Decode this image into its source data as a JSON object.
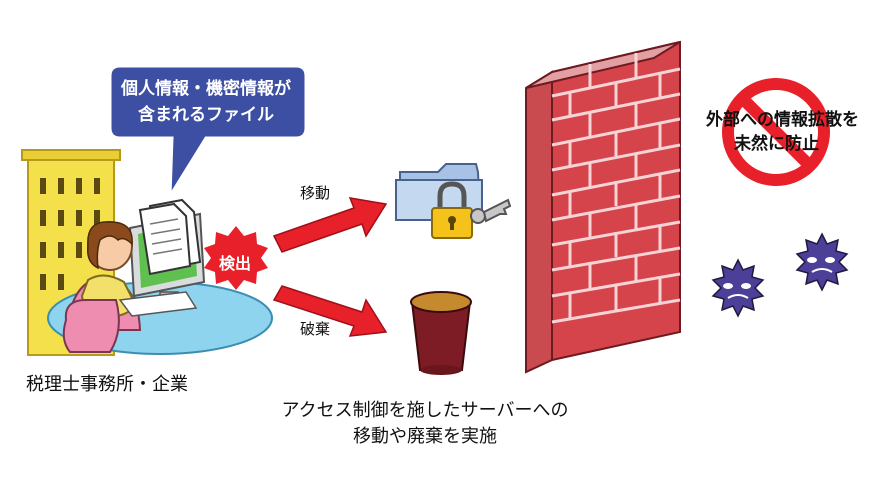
{
  "bubble": {
    "line1": "個人情報・機密情報が",
    "line2": "含まれるファイル"
  },
  "office_label": "税理士事務所・企業",
  "detect_badge": "検出",
  "arrow_move_label": "移動",
  "arrow_discard_label": "破棄",
  "caption": {
    "line1": "アクセス制御を施したサーバーへの",
    "line2": "移動や廃棄を実施"
  },
  "prevention": {
    "line1": "外部への情報拡散を",
    "line2": "未然に防止"
  },
  "colors": {
    "bubble": "#3d4fa3",
    "arrow": "#e8202a",
    "wall": "#d5434b",
    "virus": "#4b3f98",
    "badge": "#e8202a",
    "prohibit": "#e8202a"
  },
  "icons": {
    "office": "building-icon",
    "worker": "person-at-computer-icon",
    "document": "document-icon",
    "folder": "locked-folder-icon",
    "trash": "trash-bin-icon",
    "firewall": "firewall-wall-icon",
    "virus": "virus-icon",
    "prohibit": "prohibit-icon"
  }
}
